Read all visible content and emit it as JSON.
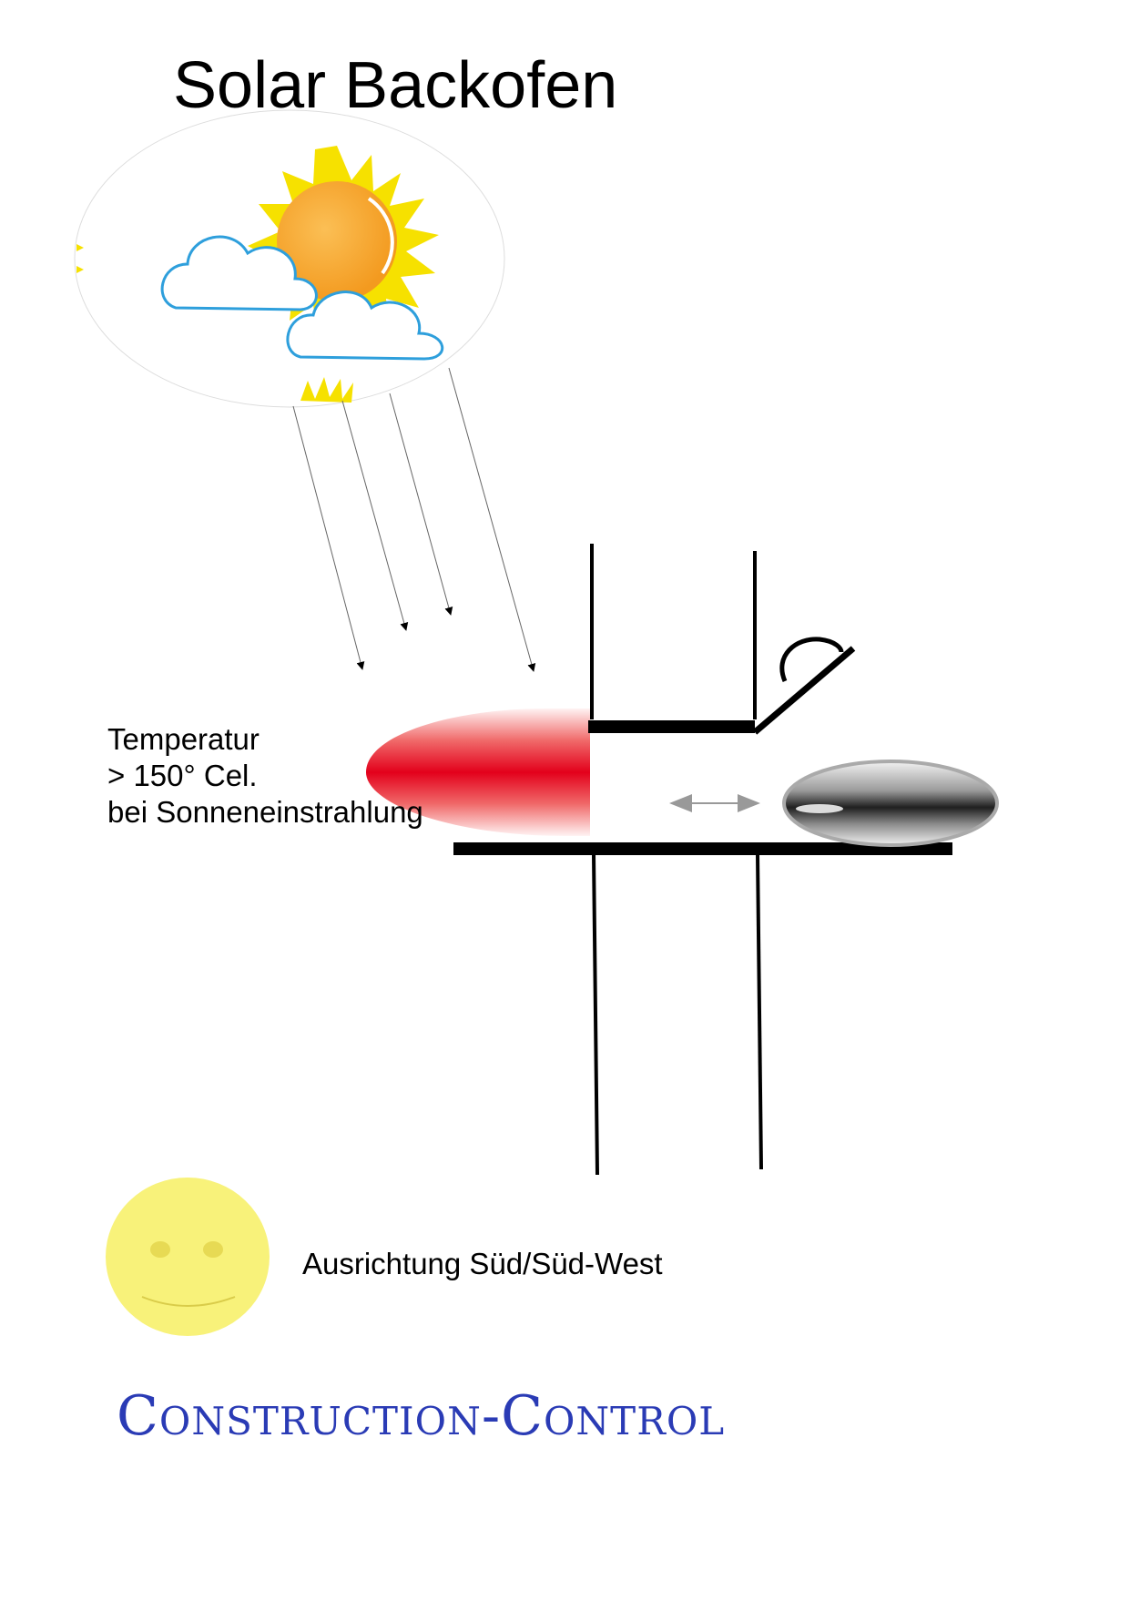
{
  "title": "Solar Backofen",
  "temperature": {
    "line1": "Temperatur",
    "line2": "> 150° Cel.",
    "line3": "bei Sonneneinstrahlung"
  },
  "orientation": "Ausrichtung Süd/Süd-West",
  "brand": "Construction-Control",
  "icons": [
    "sun-cloud-icon",
    "smiley-sun-icon",
    "baking-tray-icon",
    "double-arrow-icon"
  ],
  "colors": {
    "heat": "#e3001b",
    "sun_core": "#f7a823",
    "sun_rays": "#f6e100",
    "cloud_outline": "#2e9fdc",
    "smiley": "#f8f27a",
    "brand": "#2a3bb5"
  }
}
